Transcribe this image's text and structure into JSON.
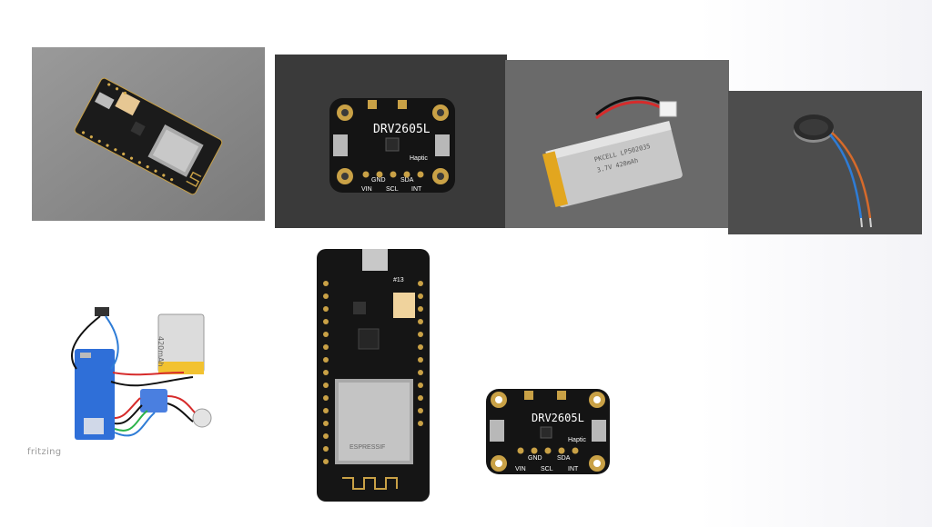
{
  "images": [
    {
      "name": "feather-esp32-board-photo",
      "bg": "#8d8d8d"
    },
    {
      "name": "drv2605l-haptic-driver-photo",
      "bg": "#3a3a3a"
    },
    {
      "name": "lipo-battery-photo",
      "bg": "#6a6a6a"
    },
    {
      "name": "vibration-motor-photo",
      "bg": "#4d4d4d"
    },
    {
      "name": "fritzing-wiring-diagram",
      "bg": "#ffffff"
    },
    {
      "name": "feather-esp32-board-topview",
      "bg": "#ffffff"
    },
    {
      "name": "drv2605l-board-cutout",
      "bg": "#ffffff"
    }
  ],
  "drv_board": {
    "title": "DRV2605L",
    "subtitle": "Haptic",
    "pins_top": [
      "GND",
      "SDA"
    ],
    "pins_bottom": [
      "VIN",
      "SCL",
      "INT"
    ]
  },
  "battery": {
    "line1": "PKCELL LP502035",
    "line2": "3.7V 420mAh"
  },
  "fritzing": {
    "label": "fritzing",
    "battery_label": "420mAh"
  },
  "feather": {
    "module_text": "ESPRESSIF",
    "pin_label": "#13"
  },
  "colors": {
    "pcb_black": "#151515",
    "gold": "#c9a146",
    "feather_blue": "#2f6fd8",
    "wire_red": "#d62b2b",
    "wire_blue": "#2e7cd6",
    "wire_green": "#2bb34a"
  }
}
